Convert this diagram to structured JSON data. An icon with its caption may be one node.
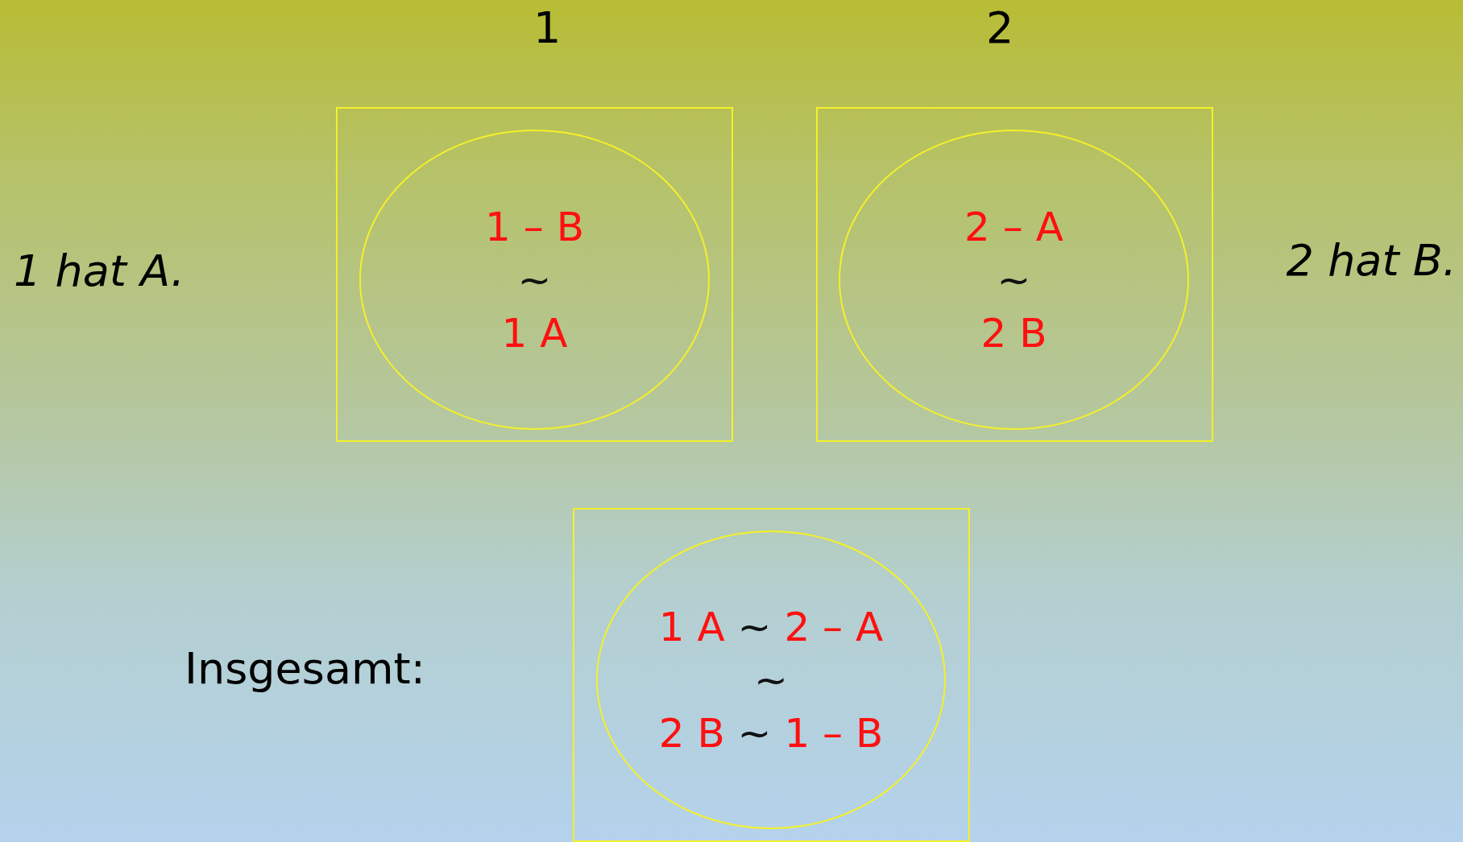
{
  "diagram": {
    "nodes": [
      {
        "text": [],
        "shape": "box"
      },
      {
        "text": [
          "1 – B",
          "~",
          "1 A"
        ],
        "in": 0
      },
      {
        "text": [],
        "shape": "box"
      },
      {
        "text": [
          "2 – A",
          "~",
          "2 B"
        ],
        "in": 2
      },
      {
        "text": [],
        "shape": "box"
      },
      {
        "text": [
          "1 A ~ 2 – A",
          "~",
          "2 B ~ 1 – B"
        ],
        "in": 4
      }
    ],
    "labels": [
      "1",
      "2",
      "1 hat A.",
      "2 hat B.",
      "Insgesamt:"
    ]
  }
}
